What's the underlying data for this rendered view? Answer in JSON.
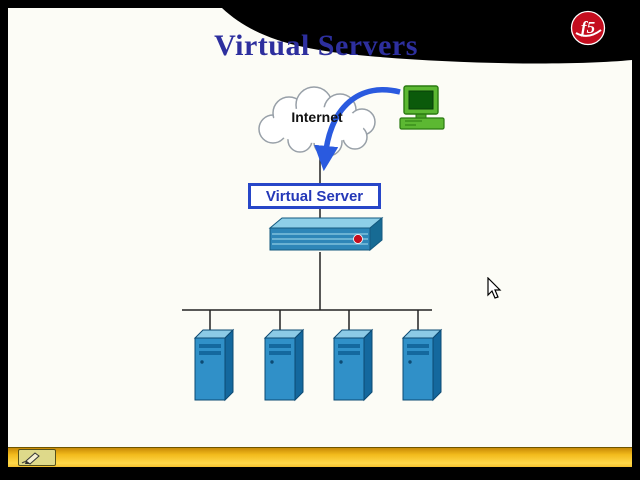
{
  "slide": {
    "title": "Virtual Servers",
    "background_color": "#fcfcf6"
  },
  "logo": {
    "text": "f5",
    "brand_red": "#c40d1e"
  },
  "diagram": {
    "internet_label": "Internet",
    "virtual_server_label": "Virtual Server",
    "nodes": [
      {
        "id": "client",
        "icon": "green-workstation",
        "connects_to": "internet"
      },
      {
        "id": "internet",
        "icon": "cloud",
        "label": "Internet",
        "connects_to": "virtual-server"
      },
      {
        "id": "virtual-server",
        "icon": "labeled-box",
        "label": "Virtual Server",
        "connects_to": "bigip-appliance"
      },
      {
        "id": "bigip-appliance",
        "icon": "f5-bigip-appliance",
        "connects_to": "server-pool"
      },
      {
        "id": "server-pool",
        "icon": "server-tower",
        "server_count": 4
      }
    ],
    "colors": {
      "title_blue": "#2d2f9e",
      "label_blue": "#2438b8",
      "server_blue": "#3090c8",
      "arrow_blue": "#2a5adf",
      "bottom_bar_yellow": "#f2bb1c"
    }
  },
  "toolbar": {
    "pen_tool": "pen-annotation-tool"
  }
}
